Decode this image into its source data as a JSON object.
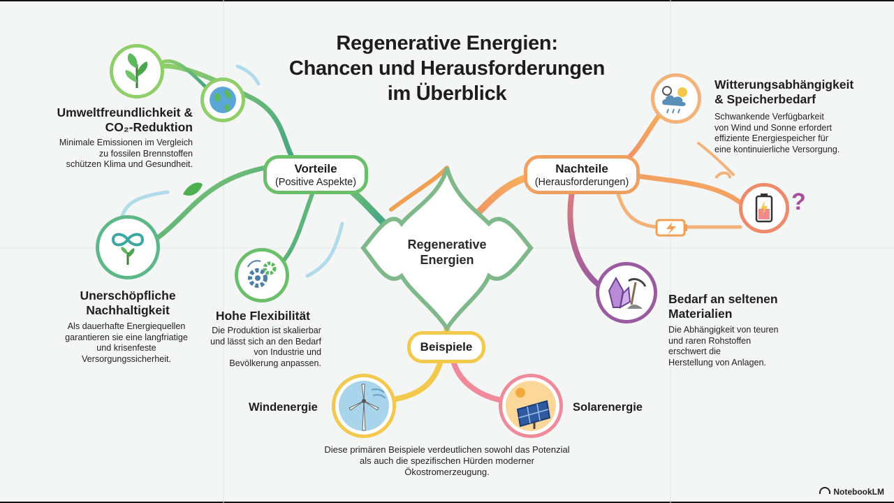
{
  "title": {
    "line1": "Regenerative Energien:",
    "line2": "Chancen und Herausforderungen",
    "line3": "im Überblick"
  },
  "center": {
    "line1": "Regenerative",
    "line2": "Energien"
  },
  "advantages_hub": {
    "title": "Vorteile",
    "subtitle": "(Positive Aspekte)"
  },
  "disadvantages_hub": {
    "title": "Nachteile",
    "subtitle": "(Herausforderungen)"
  },
  "examples_hub": {
    "title": "Beispiele"
  },
  "advantages": [
    {
      "heading": [
        "Umweltfreundlichkeit &",
        "CO₂-Reduktion"
      ],
      "text": [
        "Minimale Emissionen im Vergleich",
        "zu fossilen Brennstoffen",
        "schützen Klima und Gesundheit."
      ],
      "icon": "leaf-icon"
    },
    {
      "heading": [
        "Unerschöpfliche",
        "Nachhaltigkeit"
      ],
      "text": [
        "Als dauerhafte Energiequellen",
        "garantieren sie eine langfriatige",
        "und krisenfeste",
        "Versorgungssicherheit."
      ],
      "icon": "infinity-sprout-icon"
    },
    {
      "heading": [
        "Hohe Flexibilität"
      ],
      "text": [
        "Die Produktion ist skalierbar",
        "und lässt sich an den Bedarf",
        "von Industrie und",
        "Bevölkerung anpassen."
      ],
      "icon": "gears-icon"
    }
  ],
  "disadvantages": [
    {
      "heading": [
        "Witterungsabhängigkeit",
        "& Speicherbedarf"
      ],
      "text": [
        "Schwankende Verfügbarkeit",
        "von Wind und Sonne erfordert",
        "effiziente Energiespeicher für",
        "eine kontinuierliche Versorgung."
      ],
      "icon": "weather-icon"
    },
    {
      "heading": [
        "Bedarf an seltenen",
        "Materialien"
      ],
      "text": [
        "Die Abhängigkeit von teuren",
        "und raren Rohstoffen",
        "erschwert die",
        "Herstellung von Anlagen."
      ],
      "icon": "crystal-pickaxe-icon"
    }
  ],
  "examples": {
    "wind": "Windenergie",
    "solar": "Solarenergie",
    "text": [
      "Diese primären Beispiele verdeutlichen sowohl das Potenzial",
      "als auch die spezifischen Hürden moderner",
      "Ökostromerzeugung."
    ]
  },
  "battery_question": "?",
  "brand": "NotebookLM",
  "colors": {
    "green": "#5cb85c",
    "teal": "#3aa7a0",
    "orange": "#f0a050",
    "purple": "#9a5aa0",
    "yellow": "#f2c94c",
    "pink": "#f08a9a"
  }
}
